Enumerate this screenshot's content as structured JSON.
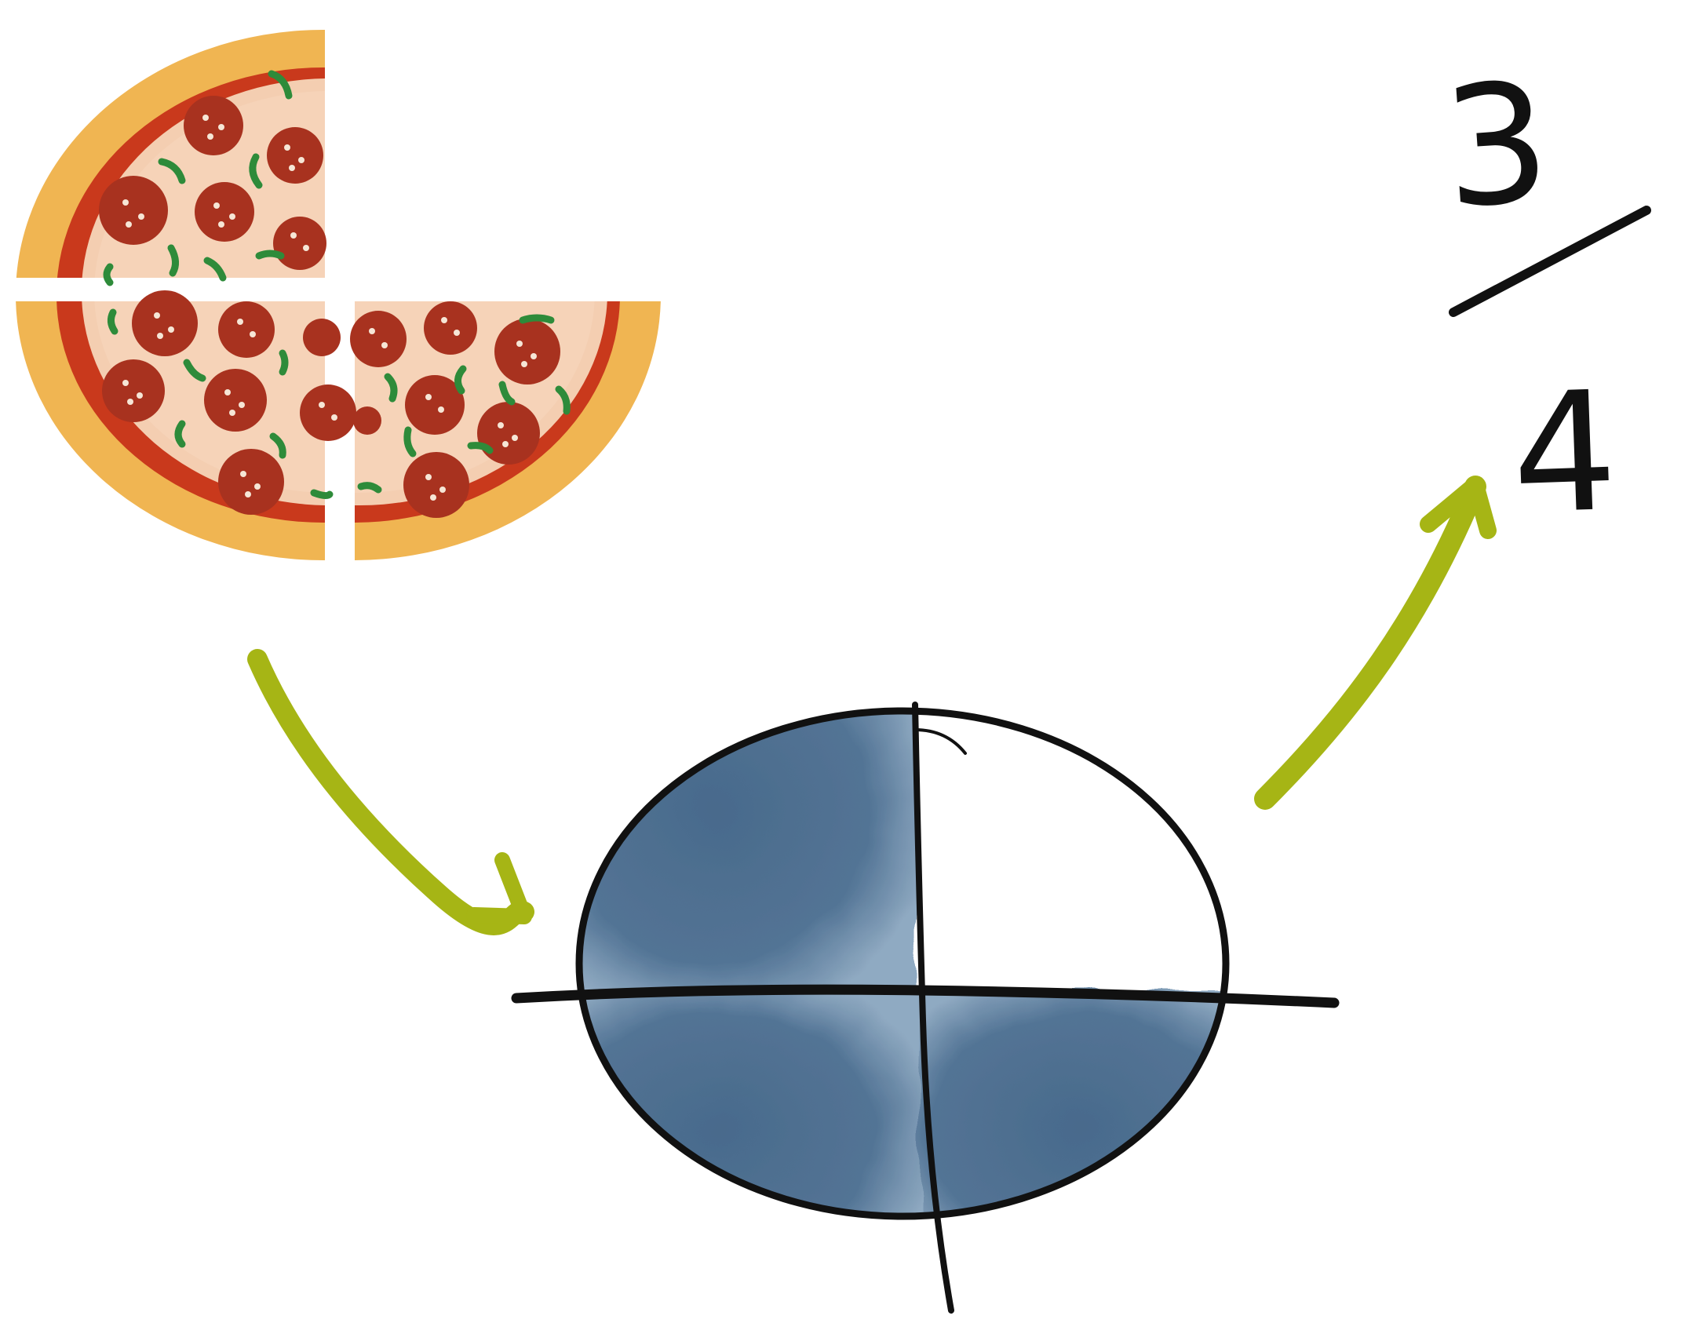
{
  "fraction": {
    "numerator": "3",
    "denominator": "4"
  },
  "pizza": {
    "total_slices": 4,
    "remaining_slices": 3
  },
  "circle_model": {
    "parts": 4,
    "shaded_parts": 3
  },
  "colors": {
    "background": "#ffffff",
    "crust": "#f0b552",
    "sauce": "#c9391c",
    "cheese": "#f4ceb1",
    "pepperoni": "#a8321f",
    "pepper": "#2e8b3a",
    "shade": "#45678a",
    "arrow": "#a6b515",
    "ink": "#111111"
  }
}
